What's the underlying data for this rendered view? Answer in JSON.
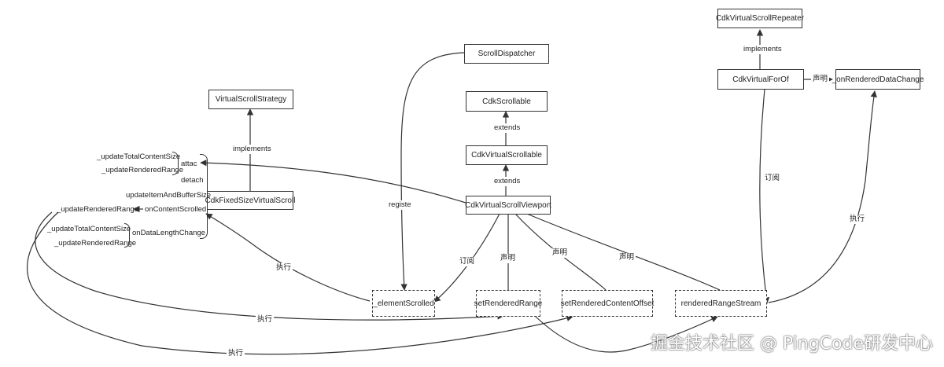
{
  "nodes": {
    "cdk_virtual_scroll_repeater": "CdkVirtualScrollRepeater",
    "cdk_virtual_for_of": "CdkVirtualForOf",
    "on_rendered_data_change": "_onRenderedDataChange",
    "scroll_dispatcher": "ScrollDispatcher",
    "cdk_scrollable": "CdkScrollable",
    "cdk_virtual_scrollable": "CdkVirtualScrollable",
    "cdk_virtual_scroll_viewport": "CdkVirtualScrollViewport",
    "virtual_scroll_strategy": "VirtualScrollStrategy",
    "cdk_fixed_size_virtual_scroll": "CdkFixedSizeVirtualScroll",
    "element_scrolled": "_elementScrolled",
    "set_rendered_range": "setRenderedRange",
    "set_rendered_content_offset": "setRenderedContentOffset",
    "rendered_range_stream": "renderedRangeStream"
  },
  "edge_labels": {
    "implements_repeater": "implements",
    "declare_for_of": "声明",
    "subscribe_for_of": "订阅",
    "execute_data_change": "执行",
    "extends_scrollable": "extends",
    "extends_virtual_scrollable": "extends",
    "implements_strategy": "implements",
    "register": "registe",
    "subscribe_viewport": "订阅",
    "declare_set_range": "声明",
    "declare_set_offset": "声明",
    "declare_stream": "声明",
    "execute_scrolled": "执行",
    "execute_range": "执行",
    "execute_offset": "执行"
  },
  "methods": {
    "update_total_content_size_1": "_updateTotalContentSize",
    "update_rendered_range_1": "_updateRenderedRange",
    "attach": "attac",
    "detach": "detach",
    "update_item_and_buffer_size": "updateItemAndBufferSize",
    "update_rendered_range_2": "_updateRenderedRange",
    "on_content_scrolled": "onContentScrolled",
    "update_total_content_size_2": "_updateTotalContentSize",
    "update_rendered_range_3": "_updateRenderedRange",
    "on_data_length_change": "onDataLengthChange"
  },
  "watermark": "掘金技术社区 @ PingCode研发中心"
}
